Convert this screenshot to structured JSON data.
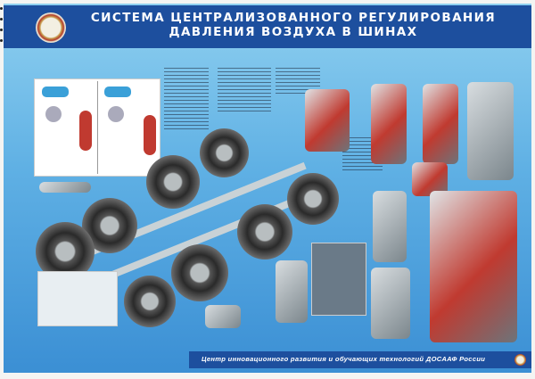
{
  "header": {
    "title_line1": "СИСТЕМА ЦЕНТРАЛИЗОВАННОГО РЕГУЛИРОВАНИЯ",
    "title_line2": "ДАВЛЕНИЯ ВОЗДУХА В ШИНАХ",
    "logo": "DOSAAF emblem"
  },
  "footer": {
    "text": "Центр инновационного развития и обучающих технологий ДОСААФ России",
    "logo": "DOSAAF emblem"
  },
  "colors": {
    "header": "#1d4f9e",
    "background": "#5fb0e4",
    "tire_red": "#c03a30"
  }
}
